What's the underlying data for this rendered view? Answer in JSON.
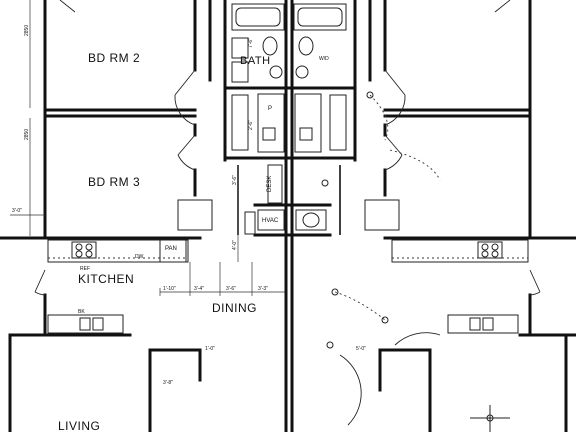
{
  "rooms": {
    "bd_rm_2": "BD RM 2",
    "bd_rm_3": "BD RM 3",
    "kitchen": "KITCHEN",
    "dining": "DINING",
    "living": "LIVING",
    "bath": "BATH"
  },
  "fixtures": {
    "desk": "DESK",
    "hvac": "HVAC",
    "pan": "PAN",
    "ref": "REF",
    "dw": "DW",
    "bk": "BK",
    "p": "P",
    "wd": "W/D"
  },
  "dimensions": {
    "d_2850a": "2850",
    "d_2850b": "2850",
    "d_3_0": "3'-0\"",
    "d_1_10": "1'-10\"",
    "d_3_4": "3'-4\"",
    "d_3_6": "3'-6\"",
    "d_3_3": "3'-3\"",
    "d_3_6b": "3'-6\"",
    "d_4_0": "4'-0\"",
    "d_1_0": "1'-0\"",
    "d_5_0": "5'-0\"",
    "d_3_8": "3'-8\"",
    "d_7_6": "7'-6\"",
    "d_2_6": "2'-6\""
  },
  "colors": {
    "ink": "#111111",
    "paper": "#ffffff"
  }
}
